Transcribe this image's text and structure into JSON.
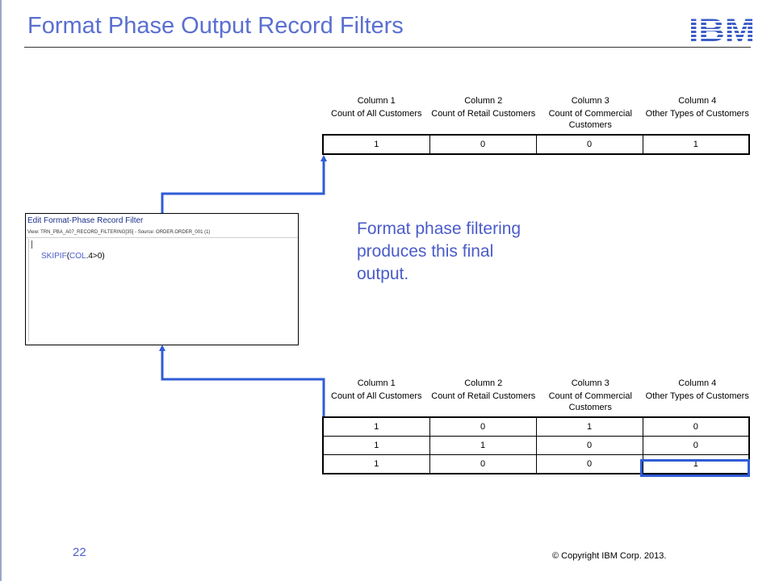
{
  "slide": {
    "title": "Format Phase Output Record Filters",
    "page_number": "22",
    "copyright": "© Copyright  IBM Corp. 2013.",
    "logo_text": "IBM"
  },
  "output_table": {
    "headers": [
      {
        "num": "Column 1",
        "desc": "Count of All Customers"
      },
      {
        "num": "Column 2",
        "desc": "Count of Retail Customers"
      },
      {
        "num": "Column 3",
        "desc": "Count of Commercial Customers"
      },
      {
        "num": "Column 4",
        "desc": "Other Types of Customers"
      }
    ],
    "rows": [
      [
        "1",
        "0",
        "0",
        "1"
      ]
    ]
  },
  "input_table": {
    "headers": [
      {
        "num": "Column 1",
        "desc": "Count of All Customers"
      },
      {
        "num": "Column 2",
        "desc": "Count of Retail Customers"
      },
      {
        "num": "Column 3",
        "desc": "Count of Commercial Customers"
      },
      {
        "num": "Column 4",
        "desc": "Other Types of Customers"
      }
    ],
    "rows": [
      [
        "1",
        "0",
        "1",
        "0"
      ],
      [
        "1",
        "1",
        "0",
        "0"
      ],
      [
        "1",
        "0",
        "0",
        "1"
      ]
    ]
  },
  "filter_panel": {
    "title": "Edit Format-Phase Record Filter",
    "subtitle": "View: TRN_PBA_A07_RECORD_FILTERING[35] - Source: ORDER.ORDER_001 (1)",
    "code_fn": "SKIPIF",
    "code_open": "(",
    "code_col": "COL",
    "code_rest": ".4>0)"
  },
  "callout": "Format phase filtering produces this final output.",
  "colors": {
    "title": "#5a6fd0",
    "accent_blue": "#4a5cc9",
    "arrow_blue": "#2f5cd6"
  },
  "icons": [
    "ibm-logo"
  ]
}
